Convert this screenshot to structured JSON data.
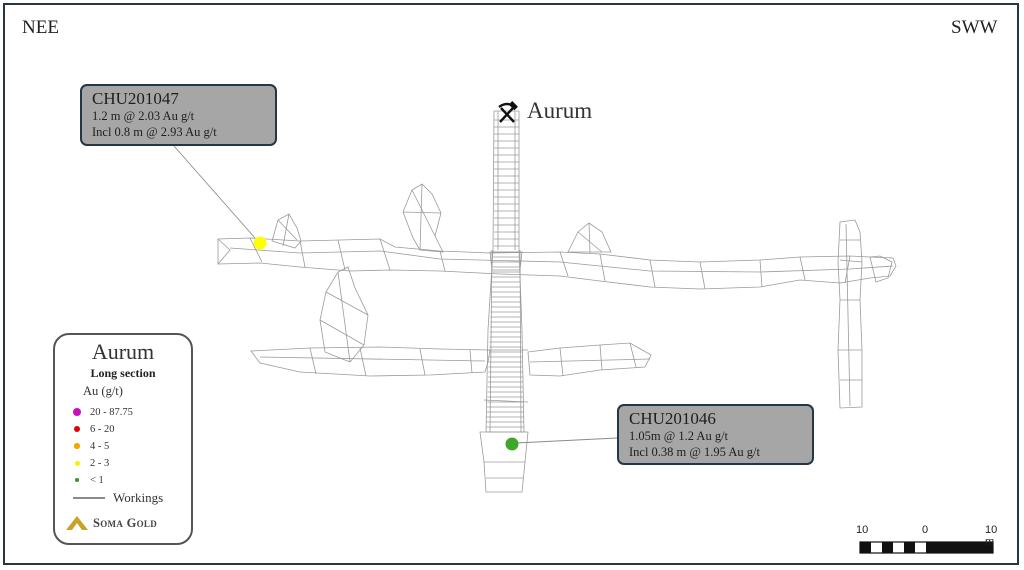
{
  "orientation": {
    "left": "NEE",
    "right": "SWW"
  },
  "mine": {
    "name": "Aurum",
    "icon": "pick-and-hammer-icon"
  },
  "callouts": [
    {
      "id": "CHU201047",
      "lines": [
        "1.2 m @ 2.03 Au g/t",
        "Incl 0.8 m @ 2.93 Au g/t"
      ],
      "marker_color": "#ffff00"
    },
    {
      "id": "CHU201046",
      "lines": [
        "1.05m @ 1.2 Au g/t",
        "Incl 0.38 m @ 1.95 Au g/t"
      ],
      "marker_color": "#3fa62b"
    }
  ],
  "legend": {
    "title": "Aurum",
    "subtitle": "Long section",
    "unit": "Au (g/t)",
    "items": [
      {
        "label": "20 - 87.75",
        "color": "#c80fc0"
      },
      {
        "label": "6 - 20",
        "color": "#e00000"
      },
      {
        "label": "4 - 5",
        "color": "#f5a400"
      },
      {
        "label": "2 - 3",
        "color": "#f2f200"
      },
      {
        "label": "< 1",
        "color": "#2f9a1e"
      }
    ],
    "workings_label": "Workings",
    "logo_text": "Soma Gold",
    "logo_color": "#c9a227"
  },
  "scale_bar": {
    "labels": [
      "10",
      "0",
      "10 m"
    ]
  },
  "colors": {
    "frame": "#243746",
    "callout_bg": "#a6a6a6",
    "workings": "#9a9a9a"
  }
}
